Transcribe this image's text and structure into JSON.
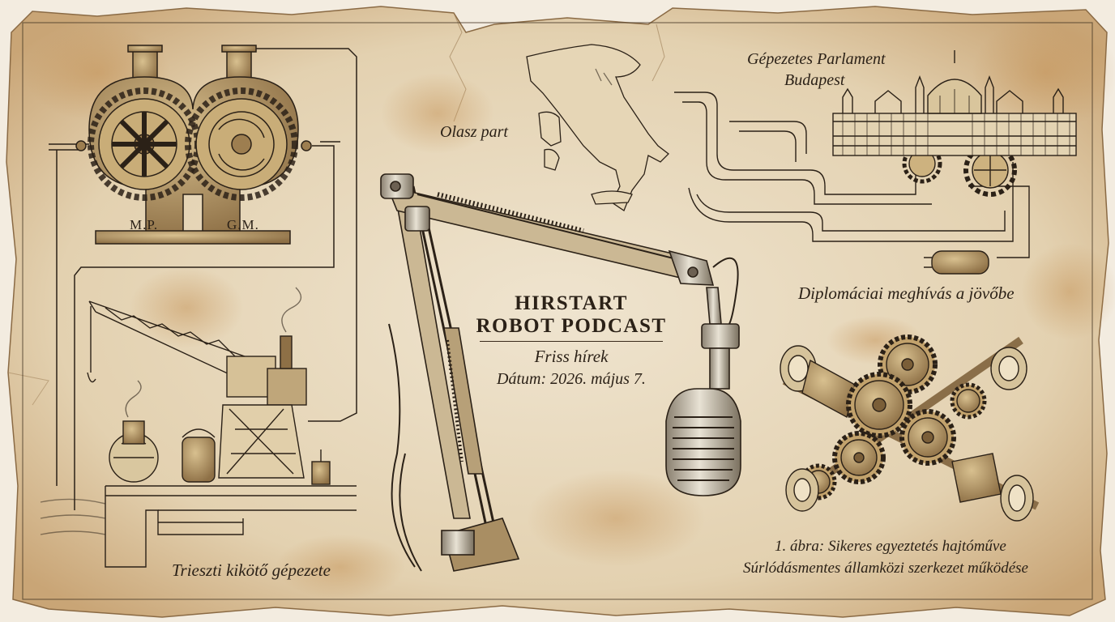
{
  "podcast": {
    "title_line1": "HIRSTART",
    "title_line2": "ROBOT PODCAST",
    "subtitle": "Friss hírek",
    "date": "Dátum: 2026. május 7."
  },
  "labels": {
    "italy": "Olasz part",
    "parliament_line1": "Gépezetes Parlament",
    "parliament_line2": "Budapest",
    "invitation": "Diplomáciai meghívás a jövőbe",
    "trieste": "Trieszti kikötő gépezete",
    "figure_line1": "1. ábra: Sikeres egyeztetés hajtóműve",
    "figure_line2": "Súrlódásmentes államközi szerkezet működése",
    "gear_left": "M.P.",
    "gear_right": "G.M."
  },
  "colors": {
    "paper": "#eadcc2",
    "ink": "#2b2117",
    "brass": "#b79660",
    "stain": "#c89a5c"
  }
}
